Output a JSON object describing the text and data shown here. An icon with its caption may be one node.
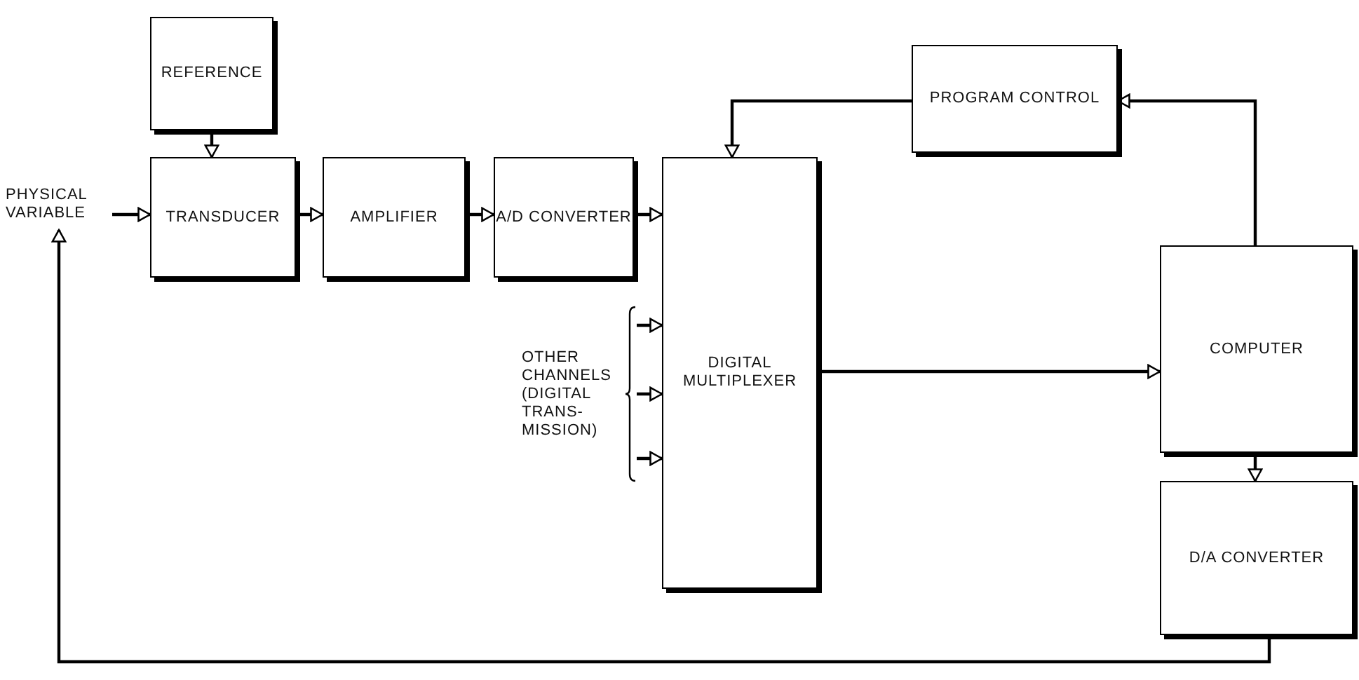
{
  "diagram": {
    "nodes": [
      {
        "text": [
          "REFERENCE"
        ]
      },
      {
        "text": [
          "PHYSICAL VARIABLE"
        ]
      },
      {
        "text": [
          "TRANSDUCER"
        ]
      },
      {
        "text": [
          "AMPLIFIER"
        ]
      },
      {
        "text": [
          "A/D CONVERTER"
        ]
      },
      {
        "text": [
          "DIGITAL MULTIPLEXER"
        ]
      },
      {
        "text": [
          "PROGRAM CONTROL"
        ]
      },
      {
        "text": [
          "COMPUTER"
        ]
      },
      {
        "text": [
          "D/A CONVERTER"
        ]
      },
      {
        "text": [
          "OTHER CHANNELS (DIGITAL TRANS- MISSION)"
        ]
      }
    ],
    "edges": [
      {
        "from": 0,
        "to": 2,
        "arrow": "to"
      },
      {
        "from": 1,
        "to": 2,
        "arrow": "to"
      },
      {
        "from": 2,
        "to": 3,
        "arrow": "to"
      },
      {
        "from": 3,
        "to": 4,
        "arrow": "to"
      },
      {
        "from": 4,
        "to": 5,
        "arrow": "to"
      },
      {
        "from": 9,
        "to": 5,
        "arrow": "to"
      },
      {
        "from": 9,
        "to": 5,
        "arrow": "to"
      },
      {
        "from": 9,
        "to": 5,
        "arrow": "to"
      },
      {
        "from": 6,
        "to": 5,
        "arrow": "to"
      },
      {
        "from": 7,
        "to": 6,
        "arrow": "to"
      },
      {
        "from": 5,
        "to": 7,
        "arrow": "to"
      },
      {
        "from": 7,
        "to": 8,
        "arrow": "to"
      },
      {
        "from": 8,
        "to": 1,
        "arrow": "to"
      }
    ]
  }
}
